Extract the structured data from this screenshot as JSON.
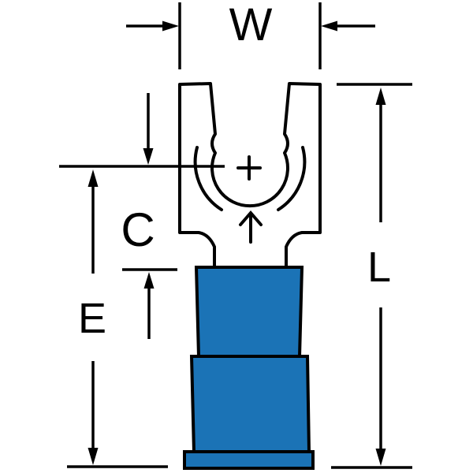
{
  "labels": {
    "w": "W",
    "c": "C",
    "e": "E",
    "l": "L"
  },
  "marks": {
    "stud_center": "+",
    "insert_direction": "↑"
  },
  "colors": {
    "insulation_blue": "#1b73b6",
    "line_black": "#000000",
    "background_white": "#ffffff"
  }
}
